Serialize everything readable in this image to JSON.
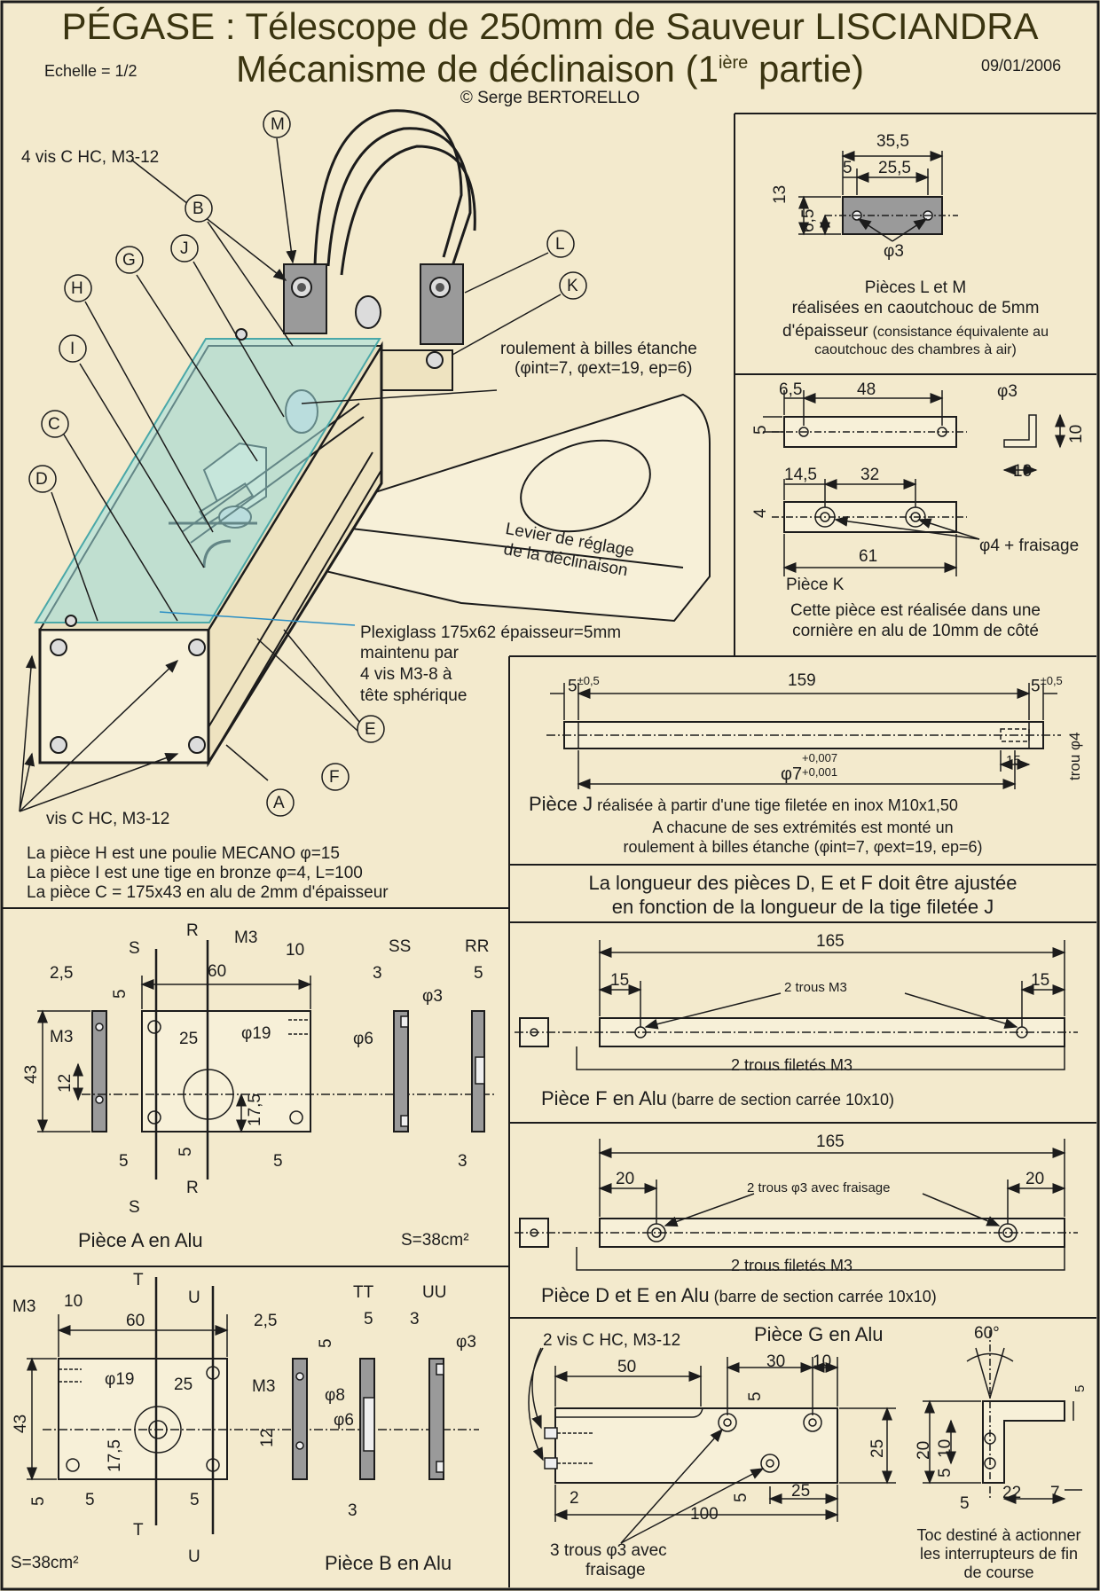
{
  "header": {
    "title_line1": "PÉGASE : Télescope de 250mm de Sauveur LISCIANDRA",
    "title_line2_main": "Mécanisme de déclinaison (1",
    "title_line2_sup": "ière",
    "title_line2_end": " partie)",
    "copyright": "© Serge BERTORELLO",
    "scale": "Echelle = 1/2",
    "date": "09/01/2006"
  },
  "assembly": {
    "letters": [
      "M",
      "B",
      "G",
      "J",
      "H",
      "I",
      "C",
      "D",
      "L",
      "K",
      "E",
      "F",
      "A"
    ],
    "screws_top": "4 vis C HC, M3-12",
    "screws_bottom": "vis C HC, M3-12",
    "bearing_line1": "roulement à billes étanche",
    "bearing_line2": "(φint=7, φext=19, ep=6)",
    "lever_line1": "Levier de réglage",
    "lever_line2": "de la déclinaison",
    "plexi_lines": [
      "Plexiglass 175x62 épaisseur=5mm",
      "maintenu par",
      "4 vis M3-8 à",
      "tête sphérique"
    ],
    "notes": [
      "La pièce H est une poulie MECANO φ=15",
      "La pièce I est une tige en bronze φ=4, L=100",
      "La pièce C = 175x43 en alu de 2mm d'épaisseur"
    ]
  },
  "piece_LM": {
    "dims": [
      "35,5",
      "5",
      "25,5",
      "13",
      "6,5",
      "φ3"
    ],
    "caption_line1": "Pièces L et M",
    "caption_line2": "réalisées en caoutchouc de 5mm",
    "caption_line3a": "d'épaisseur",
    "caption_line3b": "(consistance équivalente au",
    "caption_line4": "caoutchouc des chambres à air)"
  },
  "piece_K": {
    "dims": [
      "6,5",
      "48",
      "φ3",
      "5",
      "10",
      "10",
      "14,5",
      "32",
      "4",
      "61",
      "φ4 + fraisage"
    ],
    "label": "Pièce K",
    "caption_line1": "Cette pièce est réalisée dans une",
    "caption_line2": "cornière en alu de 10mm de côté"
  },
  "piece_J": {
    "dim_left": "5",
    "dim_left_tol": "±0,5",
    "dim_mid": "159",
    "dim_right": "5",
    "dim_right_tol": "±0,5",
    "trou": "trou φ4",
    "dim_15": "15",
    "dia": "φ7",
    "tol_up": "+0,007",
    "tol_down": "+0,001",
    "caption_big": "Pièce J",
    "caption_line1": "réalisée à partir d'une tige filetée en inox M10x1,50",
    "caption_line2": "A chacune de ses extrémités est monté un",
    "caption_line3": "roulement à billes étanche (φint=7, φext=19, ep=6)"
  },
  "length_note": {
    "line1": "La longueur des pièces D, E et F doit être ajustée",
    "line2": "en fonction de la longueur de la tige filetée J"
  },
  "piece_F": {
    "dims": [
      "165",
      "15",
      "15"
    ],
    "holes_top": "2 trous M3",
    "holes_bottom": "2 trous filetés M3",
    "caption_big": "Pièce F en Alu",
    "caption_small": "(barre de section carrée 10x10)"
  },
  "piece_DE": {
    "dims": [
      "165",
      "20",
      "20"
    ],
    "holes_top": "2 trous φ3 avec fraisage",
    "holes_bottom": "2 trous filetés M3",
    "caption_big": "Pièce D et E en Alu",
    "caption_small": "(barre de section carrée 10x10)"
  },
  "piece_A": {
    "section_letters": [
      "S",
      "R",
      "R",
      "S"
    ],
    "labels": [
      "M3",
      "10",
      "2,5",
      "5",
      "60",
      "25",
      "φ19",
      "43",
      "12",
      "17,5",
      "5",
      "5",
      "5",
      "M3",
      "SS",
      "RR",
      "3",
      "φ3",
      "φ6",
      "5",
      "3"
    ],
    "caption": "Pièce A en Alu",
    "area": "S=38cm²"
  },
  "piece_B": {
    "section_letters": [
      "T",
      "U",
      "T",
      "U"
    ],
    "labels": [
      "M3",
      "10",
      "60",
      "φ19",
      "25",
      "43",
      "17,5",
      "5",
      "5",
      "5",
      "2,5",
      "5",
      "M3",
      "φ8",
      "12",
      "3",
      "TT",
      "UU",
      "5",
      "3",
      "φ6",
      "φ3"
    ],
    "caption": "Pièce B en Alu",
    "area": "S=38cm²"
  },
  "piece_G": {
    "title": "Pièce G en Alu",
    "screws": "2 vis C HC, M3-12",
    "dims": [
      "50",
      "30",
      "10",
      "5",
      "25",
      "5",
      "2",
      "100",
      "25"
    ],
    "holes_line1": "3 trous φ3 avec",
    "holes_line2": "fraisage",
    "angle": "60°",
    "side_dims": [
      "5",
      "20",
      "10",
      "5",
      "5",
      "22",
      "7"
    ],
    "toc_line1": "Toc destiné à actionner",
    "toc_line2": "les interrupteurs de fin",
    "toc_line3": "de course"
  },
  "colors": {
    "background": "#f3eacd",
    "ink": "#1c1c1c",
    "part_fill": "#9a9a9a",
    "plexiglass": "#9fdede",
    "title": "#3a3410",
    "leader_blue": "#2b8fc4"
  }
}
